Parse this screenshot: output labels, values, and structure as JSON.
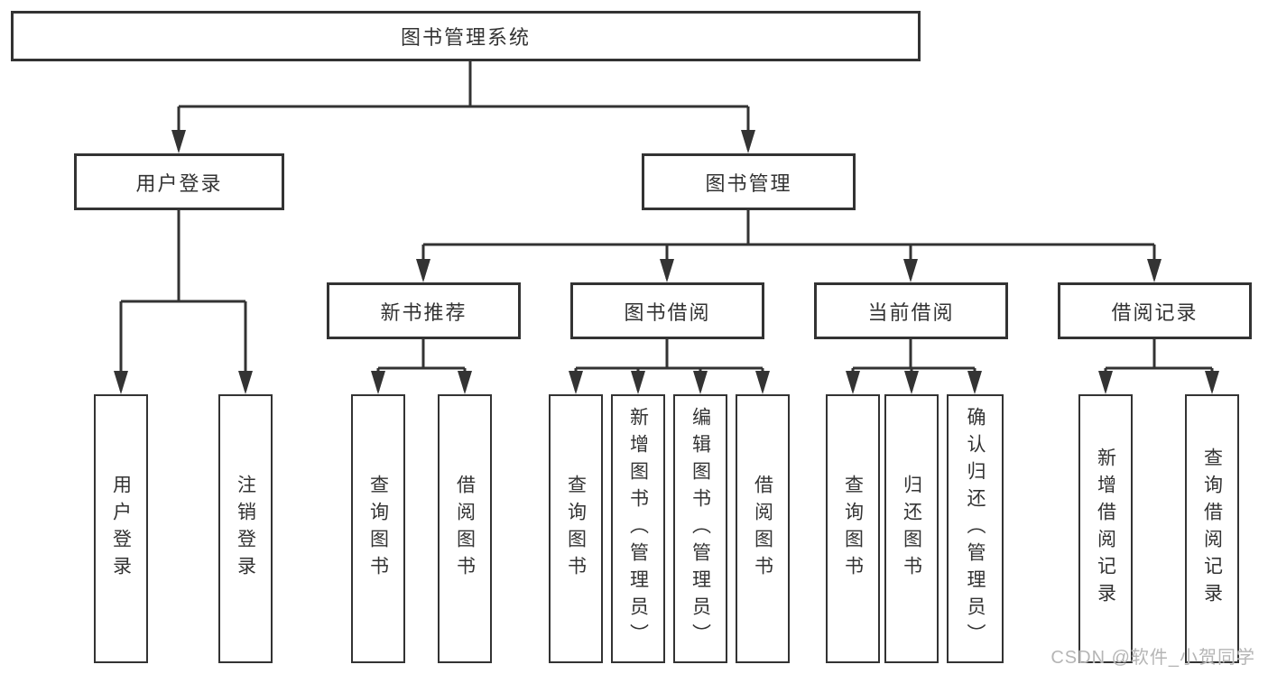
{
  "tree": {
    "label": "图书管理系统",
    "children": [
      {
        "label": "用户登录",
        "children": [
          {
            "label": "用户登录"
          },
          {
            "label": "注销登录"
          }
        ]
      },
      {
        "label": "图书管理",
        "children": [
          {
            "label": "新书推荐",
            "children": [
              {
                "label": "查询图书"
              },
              {
                "label": "借阅图书"
              }
            ]
          },
          {
            "label": "图书借阅",
            "children": [
              {
                "label": "查询图书"
              },
              {
                "label": "新增图书（管理员）"
              },
              {
                "label": "编辑图书（管理员）"
              },
              {
                "label": "借阅图书"
              }
            ]
          },
          {
            "label": "当前借阅",
            "children": [
              {
                "label": "查询图书"
              },
              {
                "label": "归还图书"
              },
              {
                "label": "确认归还（管理员）"
              }
            ]
          },
          {
            "label": "借阅记录",
            "children": [
              {
                "label": "新增借阅记录"
              },
              {
                "label": "查询借阅记录"
              }
            ]
          }
        ]
      }
    ]
  },
  "watermark": {
    "text": "CSDN @软件_小贺同学"
  },
  "colors": {
    "line": "#333333",
    "box_border": "#333333",
    "box_fill": "#ffffff",
    "text": "#333333",
    "background": "#ffffff",
    "watermark": "#b5b5b5"
  }
}
